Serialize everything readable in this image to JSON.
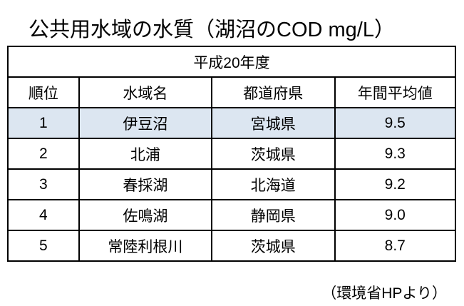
{
  "title": "公共用水域の水質（湖沼のCOD mg/L）",
  "table": {
    "caption": "平成20年度",
    "headers": [
      "順位",
      "水域名",
      "都道府県",
      "年間平均値"
    ],
    "rows": [
      [
        "1",
        "伊豆沼",
        "宮城県",
        "9.5"
      ],
      [
        "2",
        "北浦",
        "茨城県",
        "9.3"
      ],
      [
        "3",
        "春採湖",
        "北海道",
        "9.2"
      ],
      [
        "4",
        "佐鳴湖",
        "静岡県",
        "9.0"
      ],
      [
        "5",
        "常陸利根川",
        "茨城県",
        "8.7"
      ]
    ],
    "highlight_color": "#dce6f1"
  },
  "footer": "（環境省HPより）"
}
